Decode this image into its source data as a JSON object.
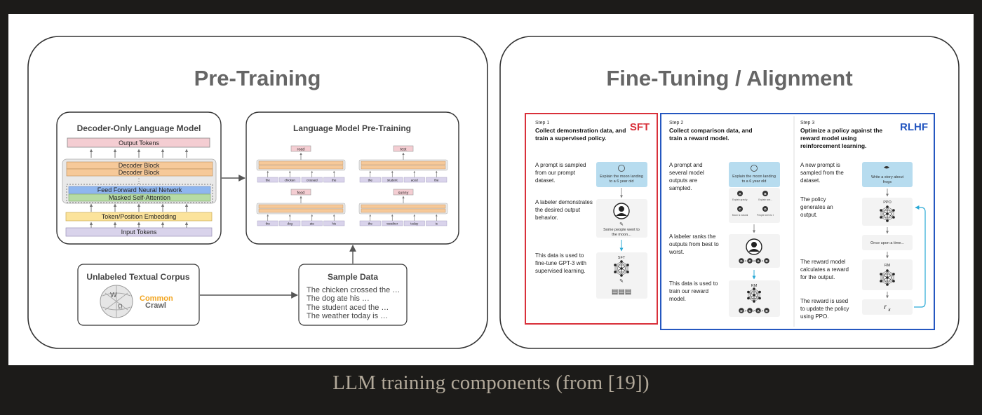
{
  "pretraining": {
    "title": "Pre-Training",
    "decoder": {
      "title": "Decoder-Only Language Model",
      "output_tokens": "Output Tokens",
      "decoder_block_1": "Decoder Block",
      "decoder_block_2": "Decoder Block",
      "ffn": "Feed Forward Neural Network",
      "attention": "Masked Self-Attention",
      "embedding": "Token/Position Embedding",
      "input_tokens": "Input Tokens"
    },
    "lm_pretraining": {
      "title": "Language Model Pre-Training",
      "examples": [
        {
          "predicted": "road",
          "tokens": [
            "the",
            "chicken",
            "crossed",
            "the"
          ]
        },
        {
          "predicted": "test",
          "tokens": [
            "the",
            "student",
            "aced",
            "the"
          ]
        },
        {
          "predicted": "food",
          "tokens": [
            "the",
            "dog",
            "ate",
            "his"
          ]
        },
        {
          "predicted": "sunny",
          "tokens": [
            "the",
            "weather",
            "today",
            "is"
          ]
        }
      ]
    },
    "corpus": {
      "title": "Unlabeled Textual Corpus",
      "logo_line1": "Common",
      "logo_line2": "Crawl"
    },
    "sample": {
      "title": "Sample Data",
      "lines": [
        "The chicken crossed the …",
        "The dog ate his …",
        "The student aced the …",
        "The weather today is …"
      ]
    }
  },
  "finetuning": {
    "title": "Fine-Tuning / Alignment",
    "sft_tag": "SFT",
    "rlhf_tag": "RLHF",
    "step1": {
      "step": "Step 1",
      "heading": "Collect demonstration data, and train a supervised policy.",
      "texts": [
        "A prompt is sampled from our prompt dataset.",
        "A labeler demonstrates the desired output behavior.",
        "This data is used to fine-tune GPT-3 with supervised learning."
      ],
      "prompt": "Explain the moon landing to a 6 year old",
      "answer": "Some people went to the moon...",
      "model": "SFT"
    },
    "step2": {
      "step": "Step 2",
      "heading": "Collect comparison data, and train a reward model.",
      "texts": [
        "A prompt and several model outputs are sampled.",
        "A labeler ranks the outputs from best to worst.",
        "This data is used to train our reward model."
      ],
      "prompt": "Explain the moon landing to a 6 year old",
      "options": [
        {
          "letter": "A",
          "text": "Explain gravity..."
        },
        {
          "letter": "B",
          "text": "Explain war..."
        },
        {
          "letter": "C",
          "text": "Moon is natural satellite of..."
        },
        {
          "letter": "D",
          "text": "People went to the moon..."
        }
      ],
      "ranking": [
        "D",
        "C",
        "A",
        "B"
      ],
      "model": "RM"
    },
    "step3": {
      "step": "Step 3",
      "heading": "Optimize a policy against the reward model using reinforcement learning.",
      "texts": [
        "A new prompt is sampled from the dataset.",
        "The policy generates an output.",
        "The reward model calculates a reward for the output.",
        "The reward is used to update the policy using PPO."
      ],
      "prompt": "Write a story about frogs",
      "policy": "PPO",
      "output": "Once upon a time...",
      "model": "RM",
      "reward": "r",
      "reward_sub": "k"
    }
  },
  "caption": "LLM training components (from [19])",
  "colors": {
    "pink": "#f4cdd2",
    "orange": "#f6c999",
    "blue": "#8fb6ef",
    "green": "#b6dba4",
    "yellow": "#fbe39b",
    "lavender": "#d9d3eb",
    "sft_red": "#d9303a",
    "rlhf_blue": "#2557c0",
    "prompt_bg": "#b7dcef"
  }
}
